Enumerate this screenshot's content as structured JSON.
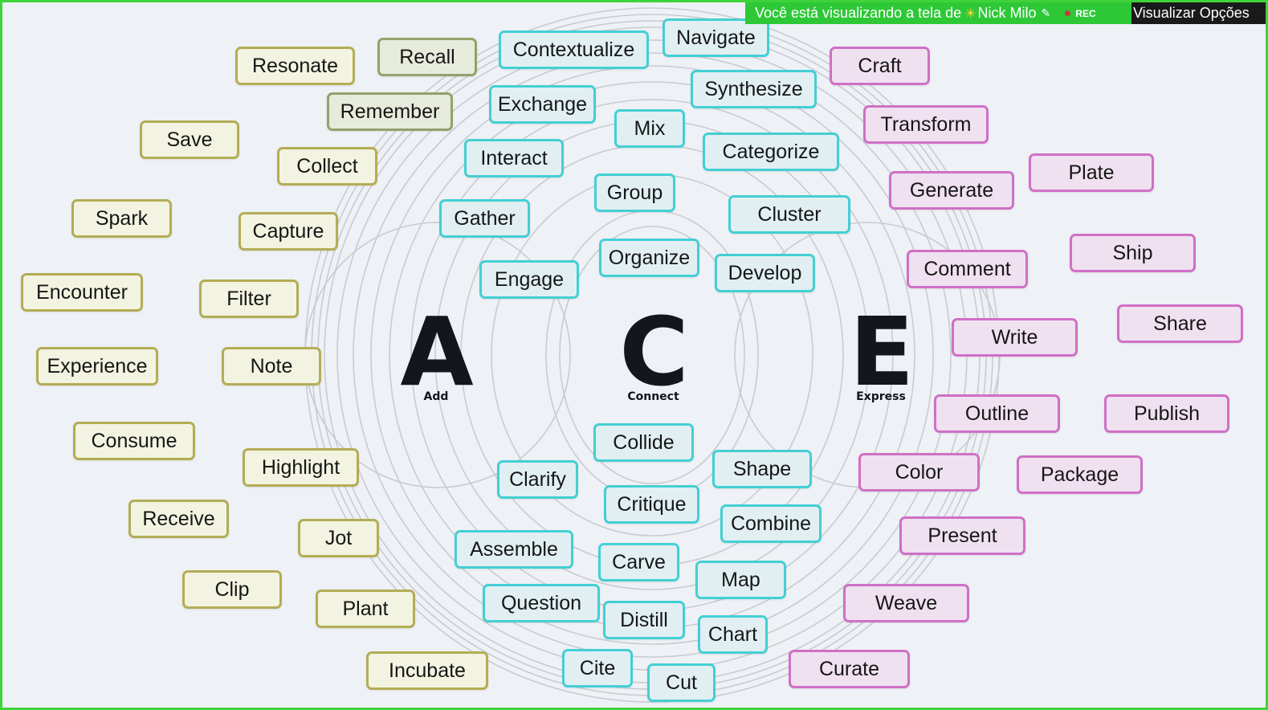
{
  "banner": {
    "viewing_text": "Você está visualizando a tela de",
    "sun_icon": "sun-icon",
    "presenter": "Nick Milo",
    "rec_label": "REC",
    "options_label": "Visualizar Opções"
  },
  "hub": {
    "add": {
      "letter": "A",
      "caption": "Add"
    },
    "connect": {
      "letter": "C",
      "caption": "Connect"
    },
    "express": {
      "letter": "E",
      "caption": "Express"
    }
  },
  "colors": {
    "add_border": "#b3ad55",
    "add_fill": "#f3f3e1",
    "connect_border": "#43cfd3",
    "connect_fill": "#e1eff3",
    "express_border": "#cf70c6",
    "express_fill": "#efe1ef"
  },
  "words": {
    "add": [
      "Resonate",
      "Recall",
      "Remember",
      "Save",
      "Collect",
      "Spark",
      "Capture",
      "Encounter",
      "Filter",
      "Experience",
      "Note",
      "Consume",
      "Highlight",
      "Receive",
      "Jot",
      "Clip",
      "Plant",
      "Incubate"
    ],
    "connect": [
      "Contextualize",
      "Navigate",
      "Synthesize",
      "Exchange",
      "Mix",
      "Interact",
      "Categorize",
      "Group",
      "Gather",
      "Cluster",
      "Organize",
      "Engage",
      "Develop",
      "Collide",
      "Shape",
      "Clarify",
      "Critique",
      "Combine",
      "Assemble",
      "Carve",
      "Map",
      "Question",
      "Distill",
      "Chart",
      "Cite",
      "Cut"
    ],
    "express": [
      "Craft",
      "Transform",
      "Generate",
      "Plate",
      "Ship",
      "Comment",
      "Share",
      "Write",
      "Outline",
      "Publish",
      "Color",
      "Package",
      "Present",
      "Weave",
      "Curate"
    ]
  }
}
